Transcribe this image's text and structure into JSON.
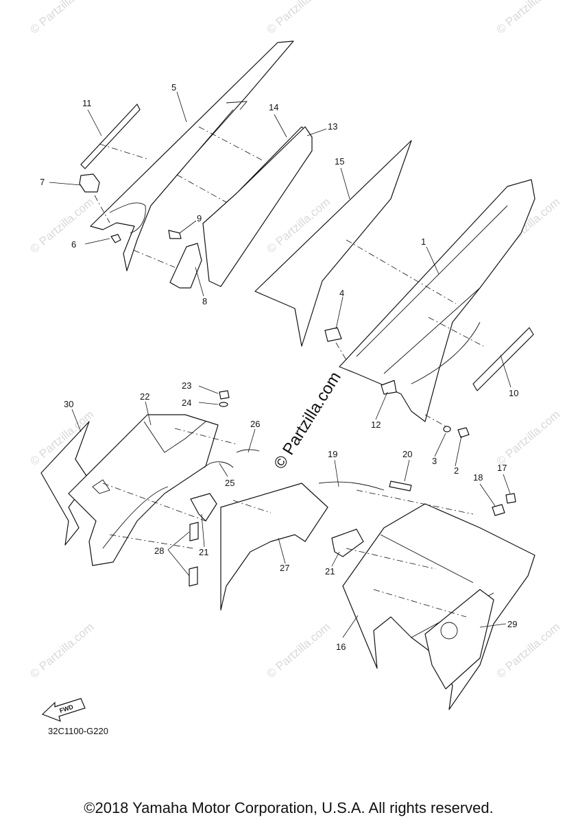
{
  "watermark": {
    "text": "© Partzilla.com",
    "center_text": "© Partzilla.com"
  },
  "callouts": [
    "1",
    "2",
    "3",
    "4",
    "5",
    "6",
    "7",
    "8",
    "9",
    "10",
    "11",
    "12",
    "13",
    "14",
    "15",
    "16",
    "17",
    "18",
    "19",
    "20",
    "21",
    "21",
    "22",
    "23",
    "24",
    "25",
    "26",
    "27",
    "28",
    "29",
    "30"
  ],
  "diagram_code": "32C1100-G220",
  "fwd_label": "FWD",
  "copyright": "©2018 Yamaha Motor Corporation, U.S.A. All rights reserved."
}
